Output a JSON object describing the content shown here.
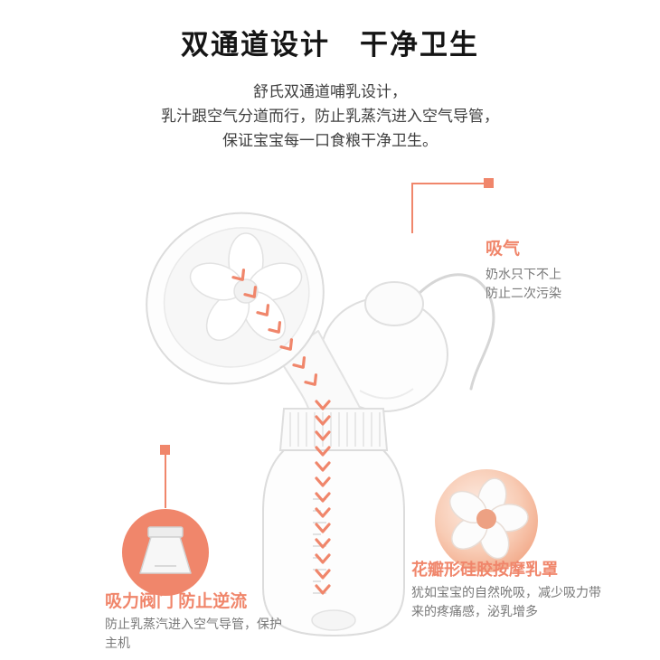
{
  "header": {
    "title": "双通道设计　干净卫生",
    "intro_lines": [
      "舒氏双通道哺乳设计，",
      "乳汁跟空气分道而行，防止乳蒸汽进入空气导管，",
      "保证宝宝每一口食粮干净卫生。"
    ]
  },
  "callouts": {
    "inhale": {
      "label": "吸气",
      "desc_lines": [
        "奶水只下不上",
        "防止二次污染"
      ]
    },
    "valve": {
      "label": "吸力阀门  防止逆流",
      "desc": "防止乳蒸汽进入空气导管，保护主机",
      "icon": "valve-icon"
    },
    "petal": {
      "label": "花瓣形硅胶按摩乳罩",
      "desc": "犹如宝宝的自然吮吸，减少吸力带来的疼痛感，泌乳增多",
      "icon": "petal-pad-icon"
    }
  },
  "colors": {
    "accent": "#f0866b",
    "title_text": "#151515",
    "intro_text": "#3f3f3f",
    "desc_text": "#787878"
  }
}
